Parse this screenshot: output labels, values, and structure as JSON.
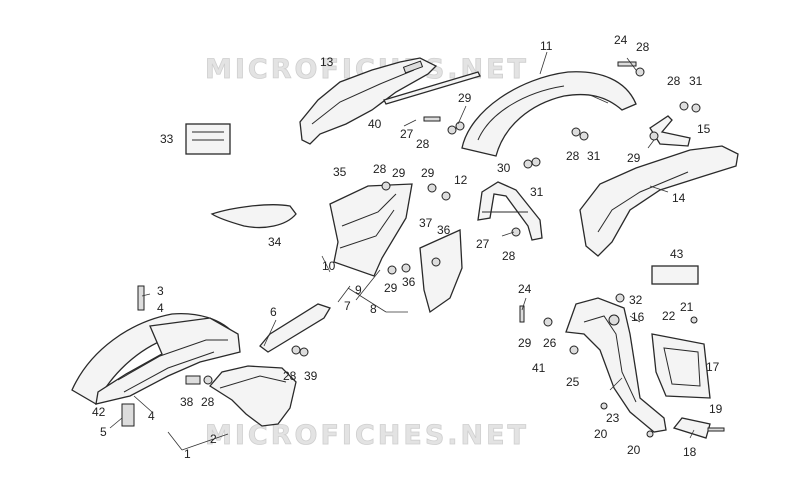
{
  "watermarks": [
    "MICROFICHES.NET",
    "MICROFICHES.NET"
  ],
  "callouts": [
    "1",
    "2",
    "3",
    "4",
    "4",
    "5",
    "6",
    "7",
    "8",
    "9",
    "10",
    "11",
    "12",
    "13",
    "14",
    "15",
    "16",
    "17",
    "18",
    "19",
    "20",
    "20",
    "21",
    "22",
    "23",
    "24",
    "24",
    "25",
    "26",
    "27",
    "27",
    "28",
    "28",
    "28",
    "28",
    "28",
    "28",
    "28",
    "28",
    "29",
    "29",
    "29",
    "29",
    "29",
    "29",
    "30",
    "31",
    "31",
    "31",
    "32",
    "33",
    "34",
    "35",
    "36",
    "36",
    "37",
    "38",
    "39",
    "40",
    "41",
    "42",
    "43"
  ]
}
